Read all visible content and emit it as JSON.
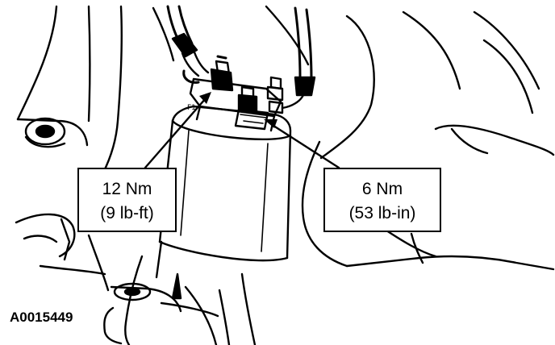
{
  "callouts": {
    "left": {
      "torque_nm": "12 Nm",
      "torque_imperial": "(9 lb-ft)"
    },
    "right": {
      "torque_nm": "6 Nm",
      "torque_imperial": "(53 lb-in)"
    }
  },
  "figure_code": "A0015449",
  "colors": {
    "line": "#000000",
    "background": "#ffffff"
  }
}
